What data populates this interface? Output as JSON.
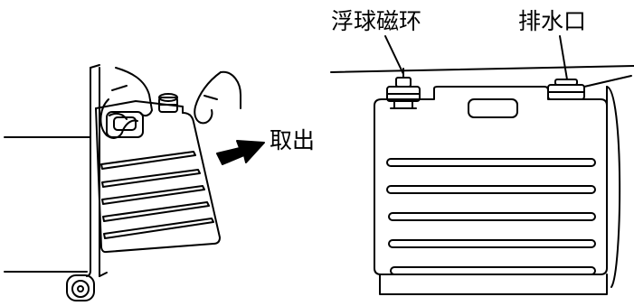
{
  "labels": {
    "take_out": "取出",
    "float_ring": "浮球磁环",
    "drain_outlet": "排水口"
  },
  "colors": {
    "line": "#000000",
    "background": "#ffffff"
  }
}
